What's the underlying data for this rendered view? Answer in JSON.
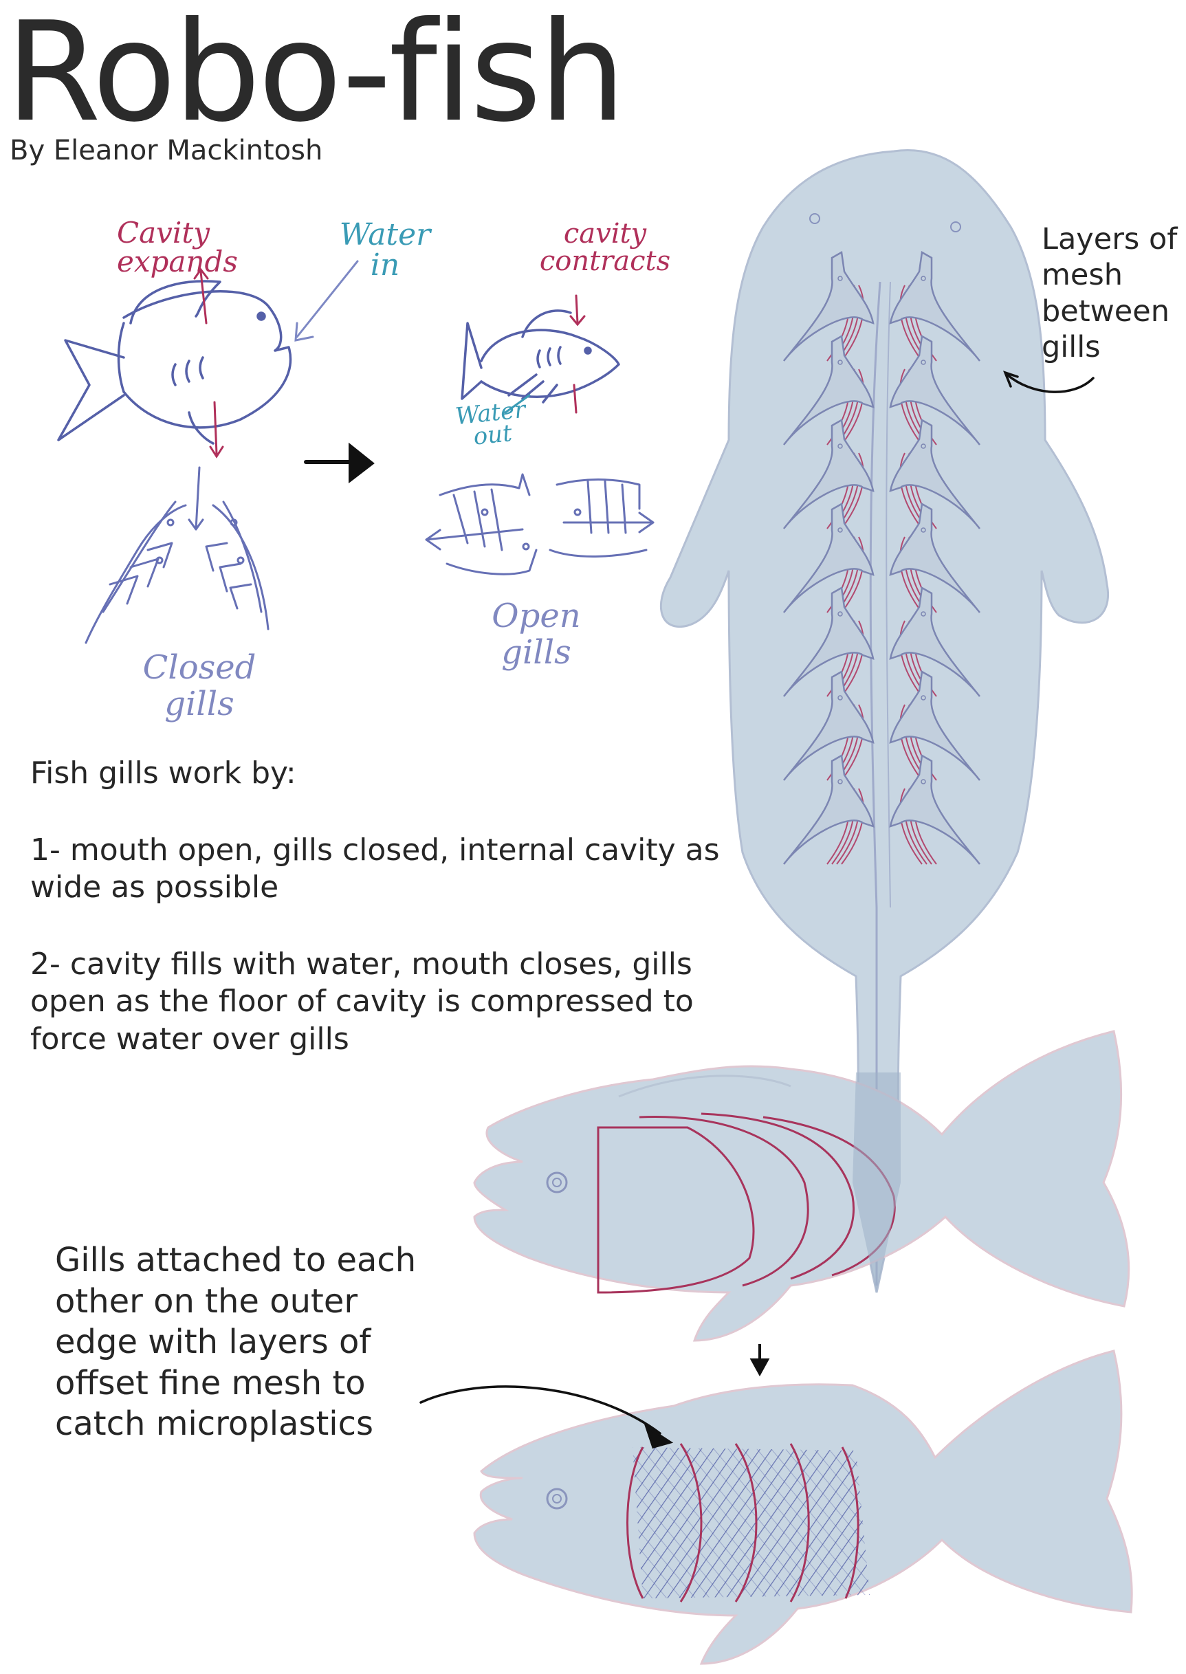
{
  "title": "Robo-fish",
  "author": "By Eleanor Mackintosh",
  "sketch_labels": {
    "cavity_expands": "Cavity\nexpands",
    "water_in": "Water\nin",
    "cavity_contracts": "cavity\ncontracts",
    "water_out": "Water\nout",
    "closed_gills": "Closed\ngills",
    "open_gills": "Open\ngills"
  },
  "annotations": {
    "layers_of_mesh": "Layers of\nmesh\nbetween\ngills",
    "gills_attached": "Gills attached to each\nother on the outer\nedge with layers of\noffset fine mesh to\ncatch microplastics"
  },
  "explanation": {
    "heading": "Fish gills work by:",
    "step_1": "1- mouth open, gills closed, internal cavity as wide as possible",
    "step_2": "2- cavity fills with water, mouth closes, gills open as the floor of cavity is compressed to force water over gills"
  },
  "colors": {
    "fish_body": "#c8d6e2",
    "sketch_outline": "#5560a8",
    "gill_red": "#a8345c",
    "water_blue": "#3a9bb5",
    "text": "#262626"
  }
}
